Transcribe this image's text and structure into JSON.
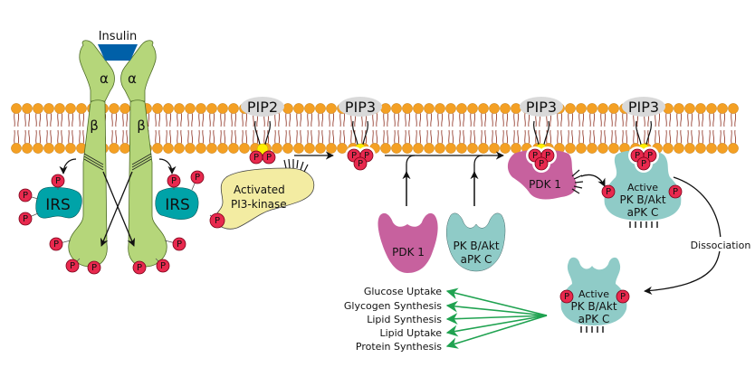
{
  "title": "Insulin receptor signaling via PI3-kinase / PKB-Akt pathway",
  "colors": {
    "receptor": "#b5d67a",
    "insulin": "#0060a8",
    "irs": "#00a3a8",
    "phosphate": "#e8294e",
    "pi3k": "#f3eca2",
    "pdk1": "#c7619e",
    "pkb": "#8fcbc7",
    "lipid_head": "#f4a024",
    "lipid_tail": "#8b2c1c",
    "pip_label_bg": "#d9d9d9",
    "inositol": "#ffee00",
    "green_arrow": "#1fa250"
  },
  "labels": {
    "insulin": "Insulin",
    "alpha": "α",
    "beta": "β",
    "irs": "IRS",
    "phosphate": "P",
    "pip2": "PIP2",
    "pip3": "PIP3",
    "pi3k_line1": "Activated",
    "pi3k_line2": "PI3-kinase",
    "pdk1": "PDK 1",
    "pkb_line1": "PK B/Akt",
    "pkb_line2": "aPK C",
    "active": "Active",
    "dissociation": "Dissociation"
  },
  "effects": [
    "Glucose Uptake",
    "Glycogen Synthesis",
    "Lipid Synthesis",
    "Lipid Uptake",
    "Protein Synthesis"
  ]
}
